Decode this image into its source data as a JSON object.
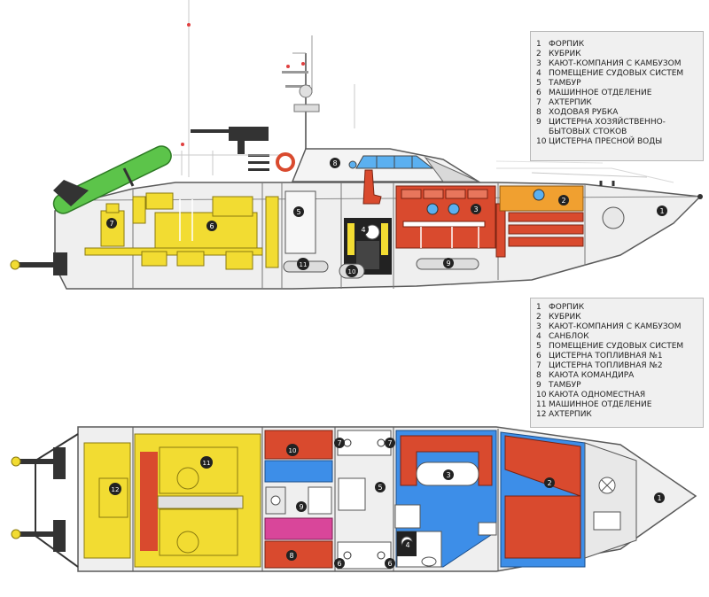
{
  "side_view": {
    "legend": [
      {
        "num": "1",
        "label": "ФОРПИК"
      },
      {
        "num": "2",
        "label": "КУБРИК"
      },
      {
        "num": "3",
        "label": "КАЮТ-КОМПАНИЯ С КАМБУЗОМ"
      },
      {
        "num": "4",
        "label": "ПОМЕЩЕНИЕ СУДОВЫХ СИСТЕМ"
      },
      {
        "num": "5",
        "label": "ТАМБУР"
      },
      {
        "num": "6",
        "label": "МАШИННОЕ ОТДЕЛЕНИЕ"
      },
      {
        "num": "7",
        "label": "АХТЕРПИК"
      },
      {
        "num": "8",
        "label": "ХОДОВАЯ РУБКА"
      },
      {
        "num": "9",
        "label": "ЦИСТЕРНА ХОЗЯЙСТВЕННО-БЫТОВЫХ СТОКОВ"
      },
      {
        "num": "10",
        "label": "ЦИСТЕРНА ПРЕСНОЙ ВОДЫ"
      }
    ],
    "markers": [
      "1",
      "2",
      "3",
      "4",
      "5",
      "6",
      "7",
      "8",
      "9",
      "10",
      "11"
    ]
  },
  "plan_view": {
    "legend": [
      {
        "num": "1",
        "label": "ФОРПИК"
      },
      {
        "num": "2",
        "label": "КУБРИК"
      },
      {
        "num": "3",
        "label": "КАЮТ-КОМПАНИЯ С КАМБУЗОМ"
      },
      {
        "num": "4",
        "label": "САНБЛОК"
      },
      {
        "num": "5",
        "label": "ПОМЕЩЕНИЕ СУДОВЫХ СИСТЕМ"
      },
      {
        "num": "6",
        "label": "ЦИСТЕРНА ТОПЛИВНАЯ №1"
      },
      {
        "num": "7",
        "label": "ЦИСТЕРНА ТОПЛИВНАЯ №2"
      },
      {
        "num": "8",
        "label": "КАЮТА КОМАНДИРА"
      },
      {
        "num": "9",
        "label": "ТАМБУР"
      },
      {
        "num": "10",
        "label": "КАЮТА ОДНОМЕСТНАЯ"
      },
      {
        "num": "11",
        "label": "МАШИННОЕ ОТДЕЛЕНИЕ"
      },
      {
        "num": "12",
        "label": "АХТЕРПИК"
      }
    ],
    "markers": [
      "1",
      "2",
      "3",
      "4",
      "5",
      "6",
      "6",
      "7",
      "7",
      "8",
      "9",
      "10",
      "11",
      "12"
    ]
  },
  "colors": {
    "hull": "#efefef",
    "outline": "#5a5a5a",
    "machinery": "#f2dc32",
    "cabin_red": "#d94a2e",
    "floor_blue": "#3d8ee8",
    "tank_pink": "#d9469a",
    "boat_green": "#5cc44a",
    "orange": "#f0a030",
    "legend_bg": "#f0f0f0"
  }
}
